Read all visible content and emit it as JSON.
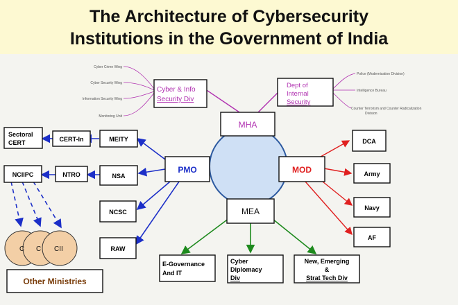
{
  "title": {
    "line1": "The Architecture of Cybersecurity",
    "line2": "Institutions in the Government of India"
  },
  "nodes": {
    "mha": "MHA",
    "pmo": "PMO",
    "mod": "MOD",
    "mea": "MEA",
    "cyber_info_div": [
      "Cyber & Info",
      "Security Div"
    ],
    "dept_internal_security": [
      "Dept of",
      "Internal",
      "Security"
    ],
    "meity": "MEITY",
    "cert_in": "CERT-In",
    "sectoral_cert": [
      "Sectoral",
      "CERT"
    ],
    "nsa": "NSA",
    "ntro": "NTRO",
    "nciipc": "NCIIPC",
    "ncsc": "NCSC",
    "raw": "RAW",
    "dca": "DCA",
    "army": "Army",
    "navy": "Navy",
    "af": "AF",
    "e_governance": [
      "E-Governance",
      "And IT"
    ],
    "cyber_diplomacy": [
      "Cyber",
      "Diplomacy",
      "Div"
    ],
    "new_emerging": [
      "New, Emerging",
      "&",
      "Strat Tech Div"
    ],
    "other_ministries": "Other Ministries",
    "circle_c1": "C",
    "circle_c2": "C",
    "circle_cii": "CII"
  },
  "cyber_info_wings": [
    "Cyber Crime Wing",
    "Cyber Security Wing",
    "Information Security Wing",
    "Monitoring Unit"
  ],
  "internal_security_units": [
    "Police (Modernisation Division)",
    "Intelligence Bureau",
    "Counter Terrorism and Counter Radicalization",
    "Division"
  ],
  "colors": {
    "title_band": "#fdf9d2",
    "hub_fill": "#cfe0f5",
    "hub_stroke": "#2d5aa0",
    "mha_links": "#b030b0",
    "pmo_links": "#1c2fc8",
    "mod_links": "#e02020",
    "mea_links": "#1e8a1e",
    "circle_fill": "#f3cfa6",
    "other_ministries_text": "#7a3e0c"
  }
}
